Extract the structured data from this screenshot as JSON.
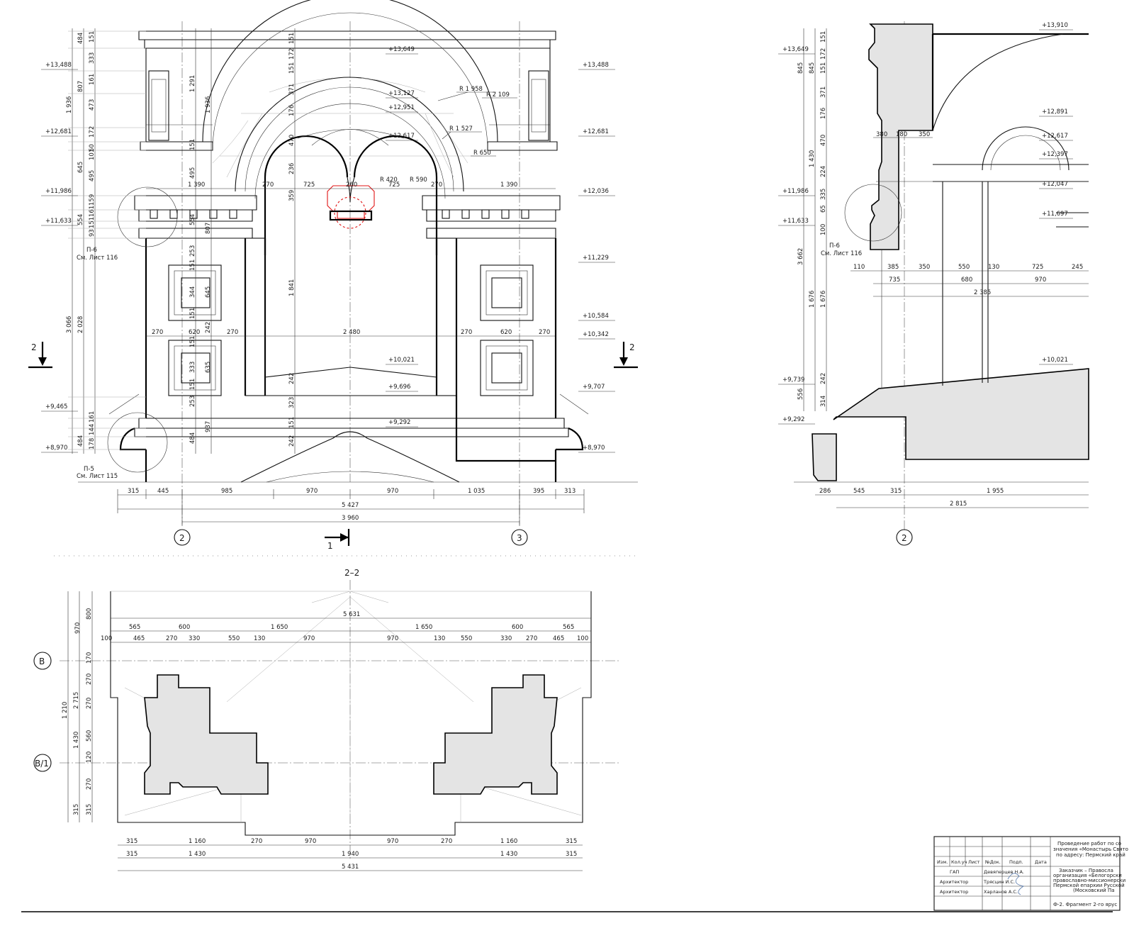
{
  "facade": {
    "levels_left": [
      "+13,488",
      "+12,681",
      "+11,986",
      "+11,633",
      "+9,465",
      "+8,970"
    ],
    "levels_right": [
      "+13,488",
      "+12,681",
      "+12,036",
      "+11,229",
      "+10,584",
      "+10,342",
      "+9,707",
      "+8,970"
    ],
    "levels_center": [
      "+13,649",
      "+13,127",
      "+12,951",
      "+12,617",
      "+10,021",
      "+9,696",
      "+9,292"
    ],
    "radii": [
      "R 1 958",
      "R 2 109",
      "R 1 527",
      "R 650",
      "R 420",
      "R 590"
    ],
    "top_dims": [
      "1 390",
      "270",
      "725",
      "260",
      "725",
      "270",
      "1 390"
    ],
    "mid_dims": [
      "270",
      "620",
      "270",
      "2 480",
      "270",
      "620",
      "270"
    ],
    "bottom_dims": [
      "315",
      "445",
      "985",
      "970",
      "970",
      "1 035",
      "395",
      "313"
    ],
    "total_1": "5 427",
    "total_2": "3 960",
    "left_vert_outer": [
      "1 936",
      "3 066"
    ],
    "left_vert_mid": [
      "484",
      "807",
      "645",
      "554",
      "2 028",
      "484"
    ],
    "left_vert_inner": [
      "151",
      "333",
      "161",
      "473",
      "172",
      "50",
      "101",
      "495",
      "159",
      "161",
      "151",
      "93",
      "161",
      "144",
      "178"
    ],
    "center_vert": [
      "1 291",
      "1 936",
      "151",
      "495",
      "554",
      "807",
      "253",
      "151",
      "344",
      "645",
      "151",
      "242",
      "151",
      "333",
      "635",
      "151",
      "253",
      "484",
      "937"
    ],
    "arch_vert": [
      "151",
      "172",
      "151",
      "371",
      "176",
      "470",
      "236",
      "359",
      "1 841",
      "242",
      "323",
      "151",
      "242"
    ],
    "callout_p6": "П-6",
    "callout_p6_ref": "См. Лист 116",
    "callout_p5": "П-5",
    "callout_p5_ref": "См. Лист 115",
    "axes": [
      "2",
      "3"
    ],
    "section_mark": "2",
    "section_cut": "1"
  },
  "section": {
    "levels_left": [
      "+13,649",
      "+11,986",
      "+11,633",
      "+9,739",
      "+9,292"
    ],
    "levels_right": [
      "+13,910",
      "+12,891",
      "+12,617",
      "+12,397",
      "+12,047",
      "+11,697",
      "+10,021"
    ],
    "horiz_1": [
      "380",
      "180",
      "350"
    ],
    "horiz_2": [
      "110",
      "385",
      "350",
      "550",
      "130",
      "725",
      "245"
    ],
    "horiz_3": [
      "735",
      "680",
      "970"
    ],
    "horiz_4": "2 385",
    "vert_outer": [
      "845",
      "3 662",
      "556"
    ],
    "vert_mid": [
      "845",
      "1 430",
      "1 676"
    ],
    "vert_inner": [
      "151",
      "172",
      "151",
      "371",
      "176",
      "470",
      "224",
      "335",
      "65",
      "100",
      "1 676",
      "242",
      "314"
    ],
    "bottom_dims": [
      "286",
      "545",
      "315",
      "1 955"
    ],
    "total": "2 815",
    "callout_p6": "П-6",
    "callout_p6_ref": "См. Лист 116",
    "axis": "2"
  },
  "plan": {
    "title": "2–2",
    "top_total": "5 631",
    "row1": [
      "565",
      "600",
      "1 650",
      "1 650",
      "600",
      "565"
    ],
    "row2": [
      "100",
      "465",
      "270",
      "330",
      "550",
      "130",
      "970",
      "970",
      "130",
      "550",
      "330",
      "270",
      "465",
      "100"
    ],
    "bottom_row1": [
      "315",
      "1 160",
      "270",
      "970",
      "970",
      "270",
      "1 160",
      "315"
    ],
    "bottom_row2": [
      "315",
      "1 430",
      "1 940",
      "1 430",
      "315"
    ],
    "bottom_total": "5 431",
    "vert_outer": [
      "970",
      "1 210",
      "2 715",
      "1 430",
      "315"
    ],
    "vert_inner": [
      "800",
      "170",
      "270",
      "270",
      "560",
      "120",
      "270",
      "315"
    ],
    "axes": [
      "В",
      "В/1"
    ]
  },
  "title_block": {
    "headers": [
      "Изм.",
      "Кол.уч",
      "Лист",
      "№Док.",
      "Подп.",
      "Дата"
    ],
    "roles": [
      "ГАП",
      "Архитектор",
      "Архитектор"
    ],
    "names": [
      "Девяперцев Н.А.",
      "Трясцин И.С.",
      "Харланов А.С."
    ],
    "project": [
      "Проведение работ по со",
      "значения «Монастырь Свято",
      "по адресу: Пермский край"
    ],
    "customer": [
      "Заказчик – Правосла",
      "организация «Белогорски",
      "православно-миссионерски",
      "Пермской епархии Русской",
      "(Московский Па"
    ],
    "sheet_title": "Ф-2. Фрагмент 2-го ярус"
  }
}
